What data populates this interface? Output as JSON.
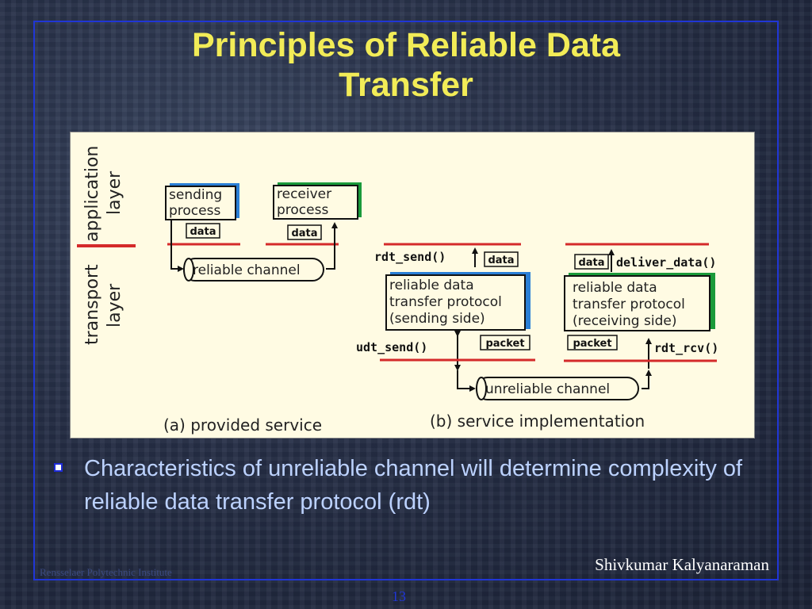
{
  "slide": {
    "title_line1": "Principles of Reliable Data",
    "title_line2": "Transfer",
    "bullet": "Characteristics of unreliable channel will determine complexity of reliable data transfer protocol (rdt)",
    "author": "Shivkumar Kalyanaraman",
    "institute": "Rensselaer Polytechnic Institute",
    "page_number": "13"
  },
  "diagram": {
    "layer_application_1": "application",
    "layer_application_2": "layer",
    "layer_transport_1": "transport",
    "layer_transport_2": "layer",
    "sending_process_1": "sending",
    "sending_process_2": "process",
    "receiver_process_1": "receiver",
    "receiver_process_2": "process",
    "data": "data",
    "reliable_channel": "reliable channel",
    "rdt_send": "rdt_send()",
    "deliver_data": "deliver_data()",
    "sender_protocol_1": "reliable data",
    "sender_protocol_2": "transfer protocol",
    "sender_protocol_3": "(sending side)",
    "receiver_protocol_1": "reliable data",
    "receiver_protocol_2": "transfer protocol",
    "receiver_protocol_3": "(receiving side)",
    "udt_send": "udt_send()",
    "rdt_rcv": "rdt_rcv()",
    "packet": "packet",
    "unreliable_channel": "unreliable channel",
    "caption_a": "(a)  provided service",
    "caption_b": "(b) service implementation"
  },
  "colors": {
    "title": "#f2ec57",
    "bullet_text": "#bcd2ff",
    "frame_border": "#2036d6",
    "layer_line": "#d42a2a",
    "sender_accent": "#2a7fd6",
    "receiver_accent": "#1a9a3a"
  }
}
